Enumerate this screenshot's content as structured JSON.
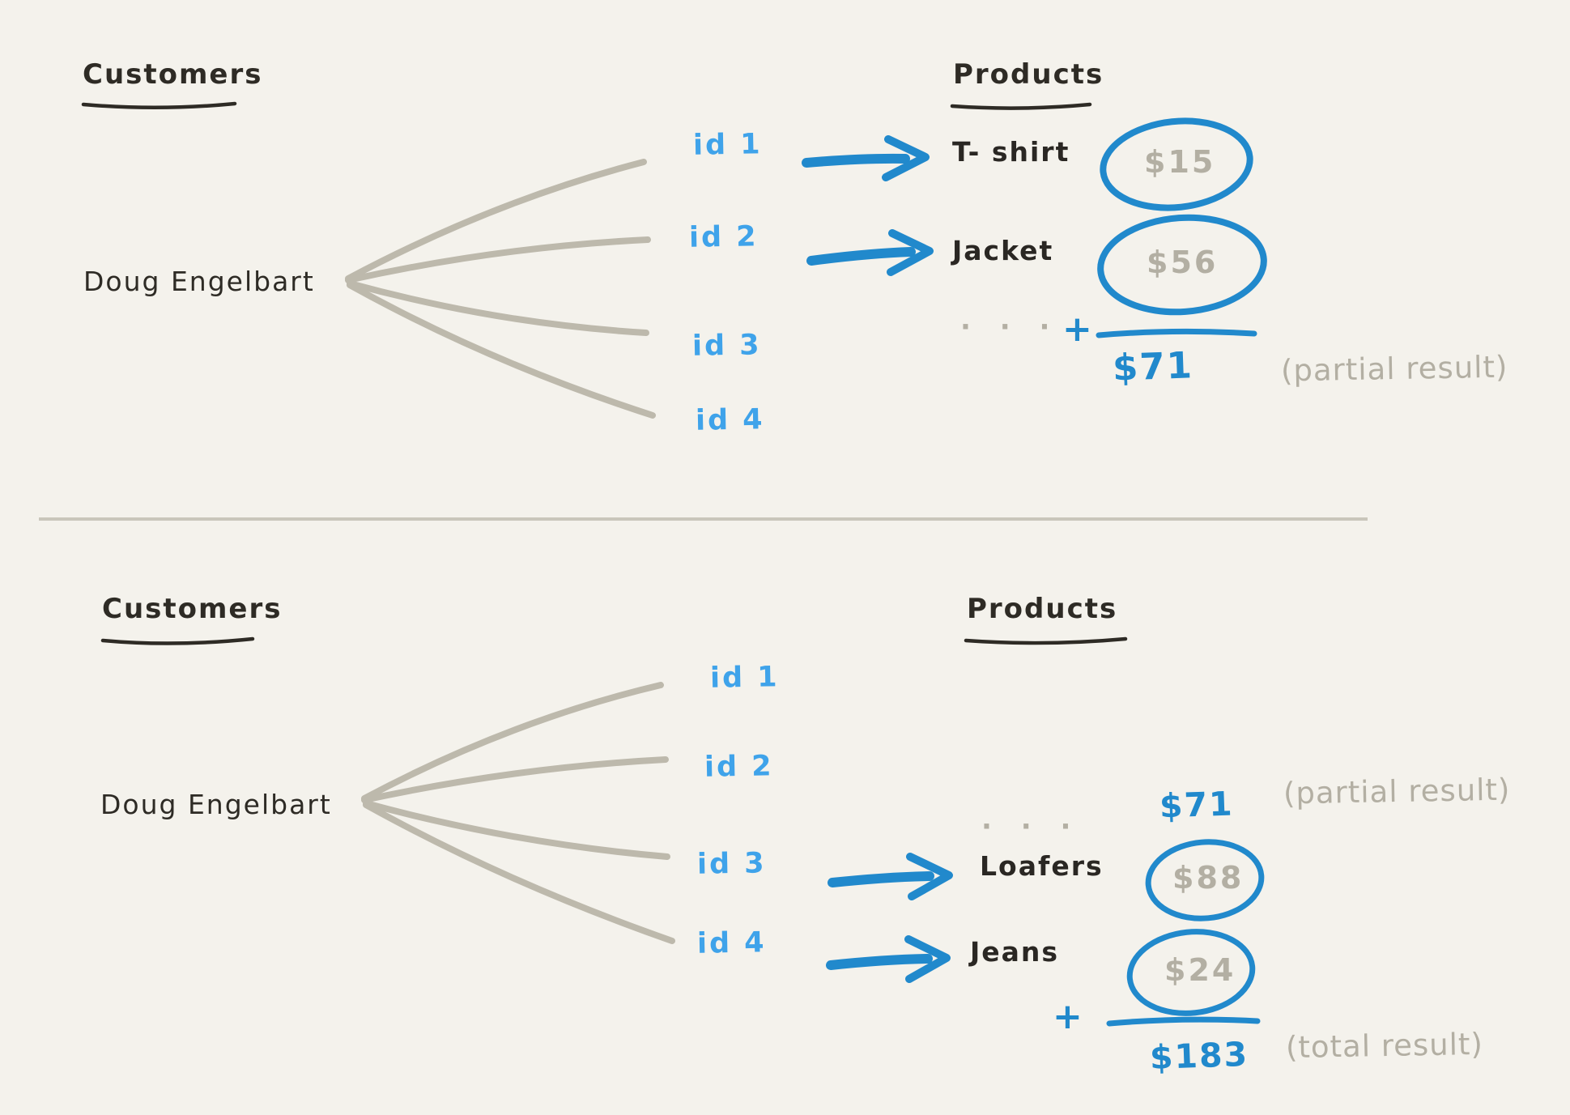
{
  "colors": {
    "background": "#f4f2ec",
    "ink": "#2e2b25",
    "accent_blue": "#2189cc",
    "id_blue": "#3fa3ea",
    "sketch_gray": "#bdb9ac",
    "note_gray": "#b3afa3"
  },
  "panels": {
    "top": {
      "customers_heading": "Customers",
      "customer_name": "Doug Engelbart",
      "products_heading": "Products",
      "ids": [
        "id 1",
        "id 2",
        "id 3",
        "id 4"
      ],
      "matches": [
        {
          "product": "T- shirt",
          "price": "$15"
        },
        {
          "product": "Jacket",
          "price": "$56"
        }
      ],
      "ellipsis": "· · ·",
      "plus": "+",
      "sum": "$71",
      "sum_label": "(partial result)"
    },
    "bottom": {
      "customers_heading": "Customers",
      "customer_name": "Doug Engelbart",
      "products_heading": "Products",
      "ids": [
        "id 1",
        "id 2",
        "id 3",
        "id 4"
      ],
      "ellipsis": "· · ·",
      "carry_sum": "$71",
      "carry_label": "(partial result)",
      "matches": [
        {
          "product": "Loafers",
          "price": "$88"
        },
        {
          "product": "Jeans",
          "price": "$24"
        }
      ],
      "plus": "+",
      "sum": "$183",
      "sum_label": "(total result)"
    }
  }
}
